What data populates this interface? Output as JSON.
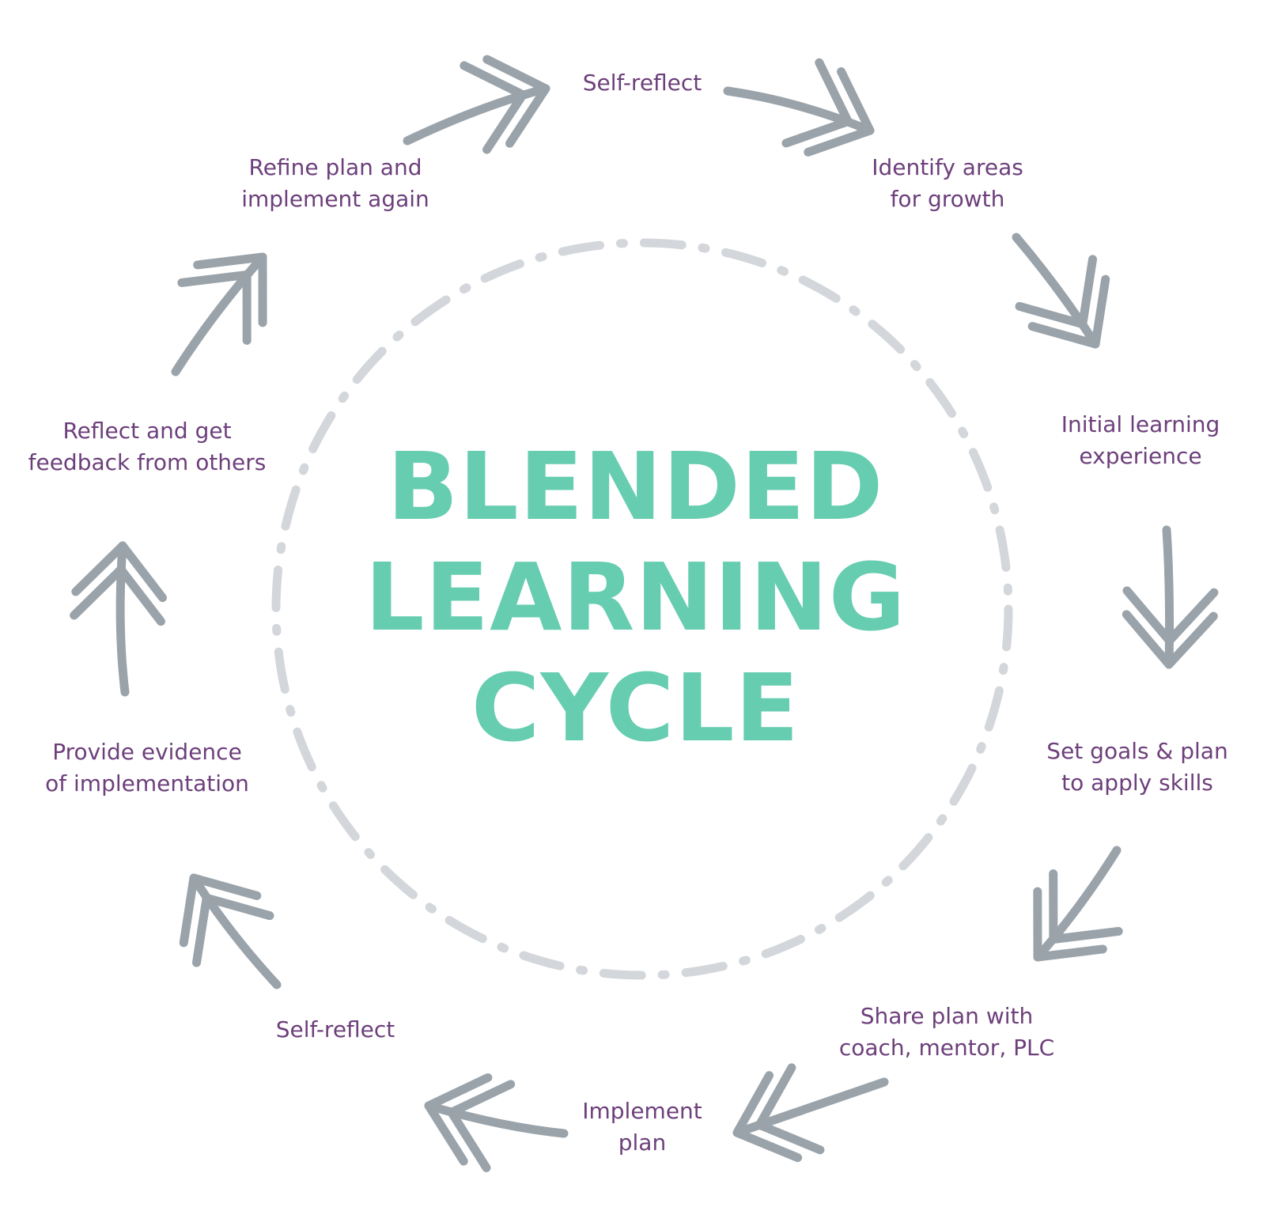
{
  "title_lines": [
    "BLENDED",
    "LEARNING",
    "CYCLE"
  ],
  "colors": {
    "title": "#66cdb0",
    "label": "#6d3f7b",
    "arrow": "#9aa3aa",
    "ring": "#d3d6da"
  },
  "steps": [
    {
      "lines": [
        "Self-reflect"
      ]
    },
    {
      "lines": [
        "Identify areas",
        "for growth"
      ]
    },
    {
      "lines": [
        "Initial learning",
        "experience"
      ]
    },
    {
      "lines": [
        "Set goals & plan",
        "to apply skills"
      ]
    },
    {
      "lines": [
        "Share plan with",
        "coach, mentor, PLC"
      ]
    },
    {
      "lines": [
        "Implement",
        "plan"
      ]
    },
    {
      "lines": [
        "Self-reflect"
      ]
    },
    {
      "lines": [
        "Provide evidence",
        "of implementation"
      ]
    },
    {
      "lines": [
        "Reflect and get",
        "feedback from others"
      ]
    },
    {
      "lines": [
        "Refine plan and",
        "implement again"
      ]
    }
  ]
}
